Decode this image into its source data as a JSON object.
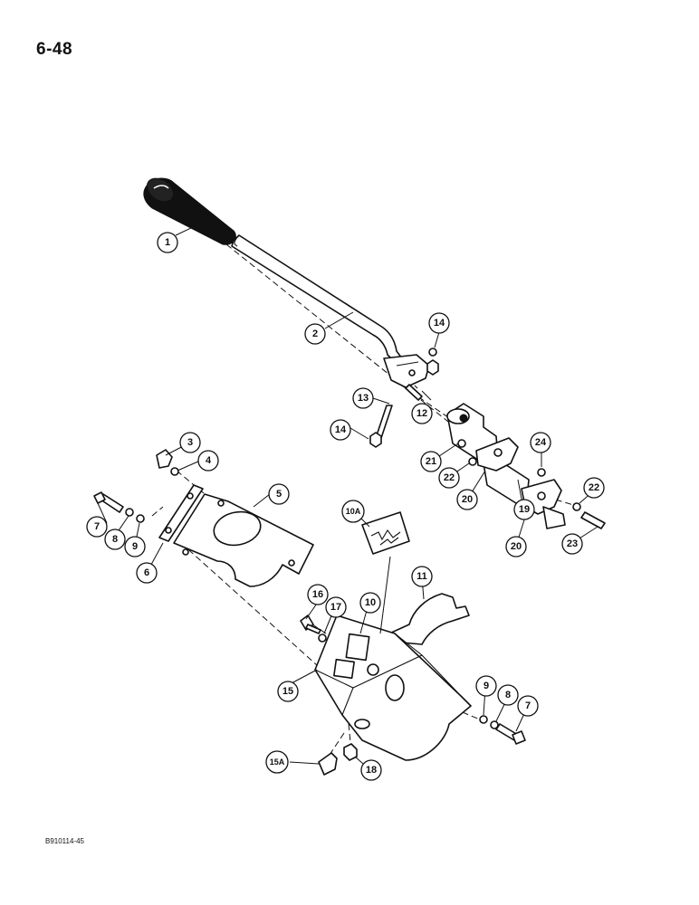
{
  "page": {
    "page_number": "6-48",
    "figure_id": "B910114-45"
  },
  "callouts": [
    "1",
    "2",
    "3",
    "4",
    "5",
    "6",
    "7",
    "8",
    "9",
    "10",
    "10A",
    "11",
    "12",
    "13",
    "14",
    "15",
    "15A",
    "16",
    "17",
    "18",
    "19",
    "20",
    "21",
    "22",
    "23",
    "24"
  ]
}
